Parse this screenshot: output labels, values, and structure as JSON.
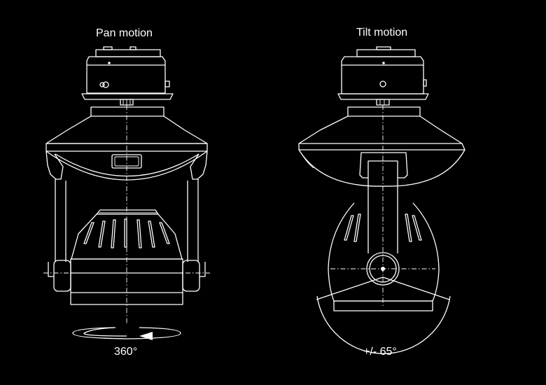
{
  "pan": {
    "title": "Pan motion",
    "angle": "360°"
  },
  "tilt": {
    "title": "Tilt motion",
    "angle": "+/- 65°"
  },
  "colors": {
    "background": "#000000",
    "line": "#ffffff"
  }
}
